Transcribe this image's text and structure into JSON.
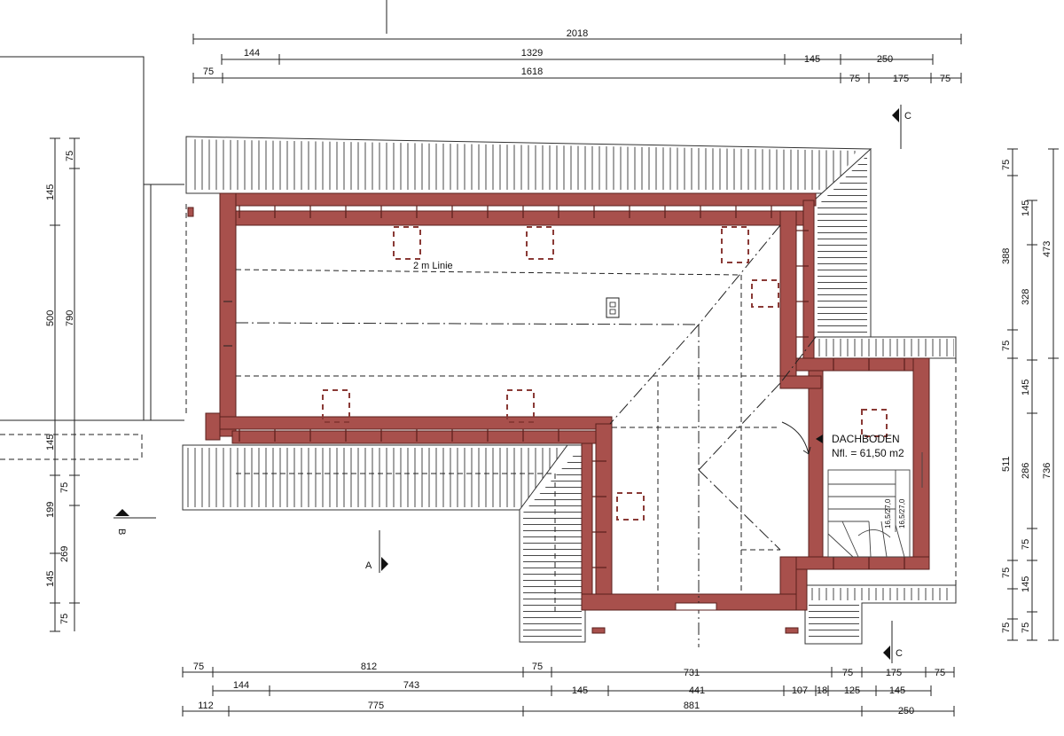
{
  "room": {
    "name": "DACHBODEN",
    "area": "Nfl. = 61,50 m2",
    "line_label": "2 m Linie",
    "stair_label_1": "16,5/27,0",
    "stair_label_2": "16,5/27,0"
  },
  "section_markers": {
    "a": "A",
    "b": "B",
    "c_top": "C",
    "c_bottom": "C"
  },
  "dims_top": {
    "row1": [
      "2018"
    ],
    "row2": [
      "144",
      "1329",
      "145",
      "250"
    ],
    "row3": [
      "75",
      "1618",
      "75",
      "175",
      "75"
    ]
  },
  "dims_bottom": {
    "row1": [
      "75",
      "812",
      "75",
      "731",
      "75",
      "175",
      "75"
    ],
    "row2": [
      "144",
      "743",
      "145",
      "441",
      "107",
      "18",
      "125",
      "145"
    ],
    "row3": [
      "112",
      "775",
      "881",
      "250"
    ]
  },
  "dims_left": {
    "col1": [
      "145",
      "500",
      "145",
      "199",
      "145",
      "75"
    ],
    "col2": [
      "75",
      "790",
      "75",
      "269"
    ]
  },
  "dims_right": {
    "col1": [
      "75",
      "388",
      "75",
      "511",
      "75",
      "75"
    ],
    "col2": [
      "145",
      "328",
      "145",
      "286",
      "75",
      "145",
      "75"
    ],
    "col3": [
      "473",
      "736"
    ]
  }
}
